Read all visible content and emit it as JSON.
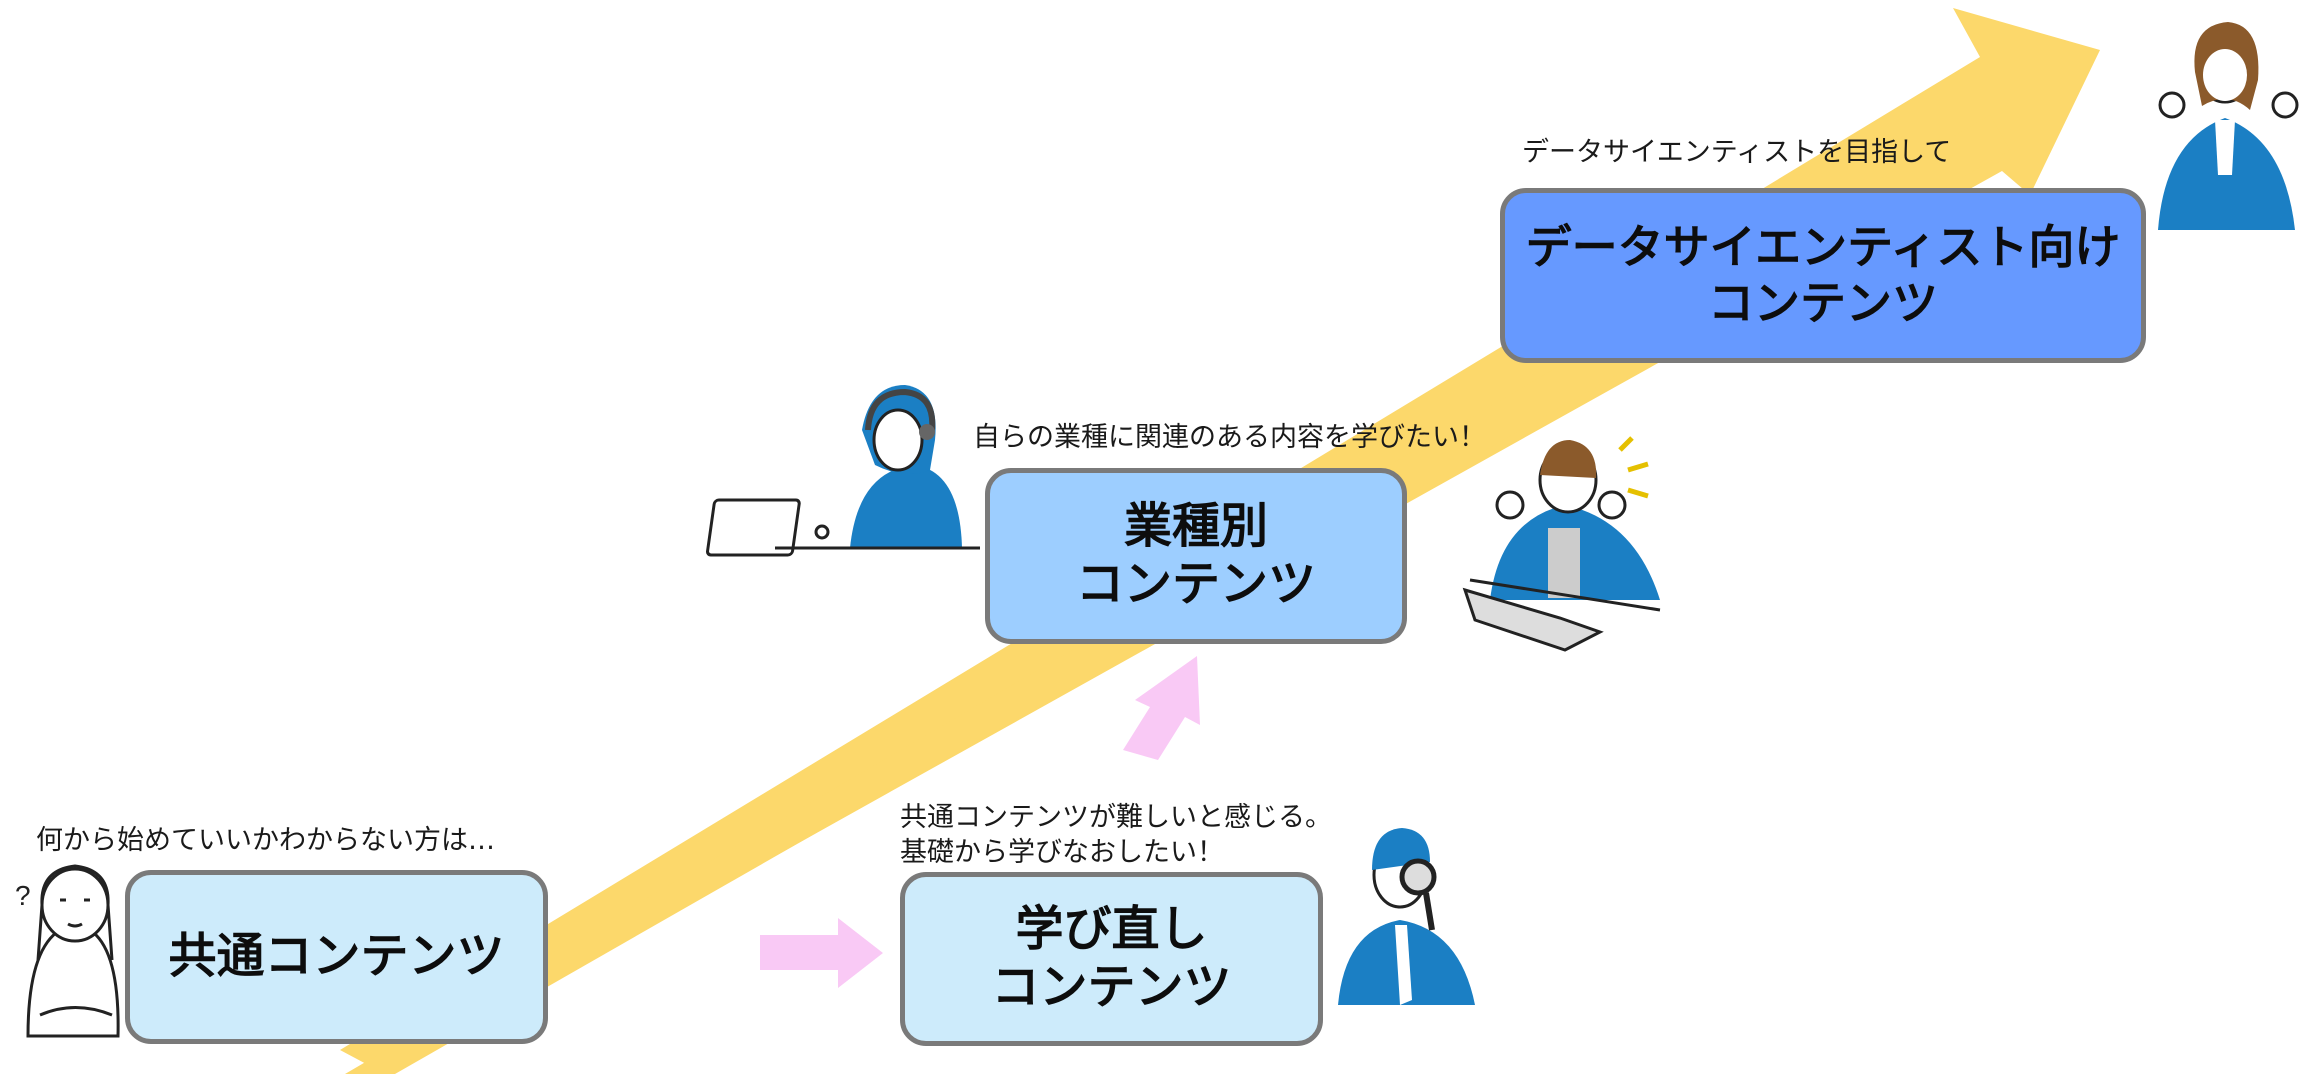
{
  "colors": {
    "arrow": "#FCD86B",
    "pink_arrow": "#F9C9F5",
    "box_light": "#CDEBFB",
    "box_mid": "#9DCEFF",
    "box_dark": "#6699FF",
    "box_border": "#7A7A7A",
    "person_blue": "#1B7FC4"
  },
  "boxes": {
    "common": {
      "line1": "共通コンテンツ"
    },
    "relearn": {
      "line1": "学び直し",
      "line2": "コンテンツ"
    },
    "industry": {
      "line1": "業種別",
      "line2": "コンテンツ"
    },
    "data_scientist": {
      "line1": "データサイエンティスト向け",
      "line2": "コンテンツ"
    }
  },
  "captions": {
    "common": "何から始めていいかわからない方は…",
    "relearn_line1": "共通コンテンツが難しいと感じる。",
    "relearn_line2": "基礎から学びなおしたい！",
    "industry": "自らの業種に関連のある内容を学びたい！",
    "data_scientist": "データサイエンティストを目指して"
  },
  "icons": [
    "confused-person-icon",
    "headset-operator-laptop-icon",
    "excited-person-laptop-icon",
    "magnifier-businessman-icon",
    "cheering-businesswoman-icon"
  ]
}
